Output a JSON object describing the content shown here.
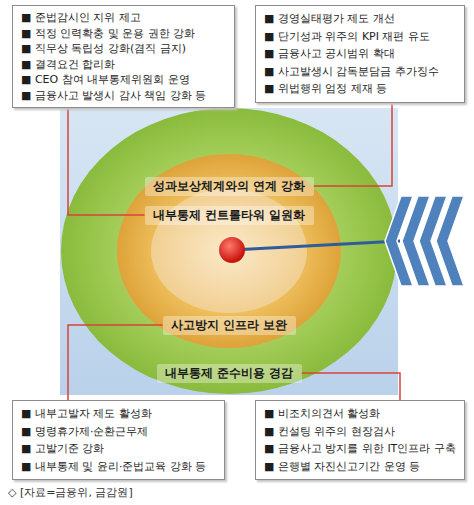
{
  "diagram": {
    "caption": "◇ [자료=금융위, 금감원]",
    "nodes": [
      {
        "text": [
          "■ 준법감시인 지위 제고",
          "■ 적정 인력확충 및 운용 권한 강화",
          "■ 직무상 독립성 강화(겸직 금지)",
          "■ 결격요건 합리화",
          "■ CEO 참여 내부통제위원회 운영",
          "■ 금융사고 발생시 감사 책임 강화 등"
        ]
      },
      {
        "text": [
          "■ 경영실태평가 제도 개선",
          "■ 단기성과 위주의 KPI 재편 유도",
          "■ 금융사고 공시범위 확대",
          "■ 사고발생시 감독분담금 추가징수",
          "■ 위법행위 엄정 제재 등"
        ]
      },
      {
        "text": [
          "성과보상체계와의 연계 강화"
        ]
      },
      {
        "text": [
          "내부통제 컨트롤타워 일원화"
        ]
      },
      {
        "text": [
          "사고방지 인프라 보완"
        ]
      },
      {
        "text": [
          "내부통제 준수비용 경감"
        ]
      },
      {
        "text": [
          "■ 내부고발자 제도 활성화",
          "■ 명령휴가제·순환근무제",
          "■ 고발기준 강화",
          "■ 내부통제 및 윤리·준법교육 강화 등"
        ]
      },
      {
        "text": [
          "■ 비조치의견서 활성화",
          "■ 컨설팅 위주의 현장검사",
          "■ 금융사고 방지를 위한 IT인프라 구축",
          "■ 은행별 자진신고기간 운영 등"
        ]
      }
    ],
    "edges": [
      {
        "from": 0,
        "to": 3,
        "arrow": "none"
      },
      {
        "from": 1,
        "to": 2,
        "arrow": "none"
      },
      {
        "from": 6,
        "to": 4,
        "arrow": "none"
      },
      {
        "from": 7,
        "to": 5,
        "arrow": "none"
      }
    ]
  }
}
